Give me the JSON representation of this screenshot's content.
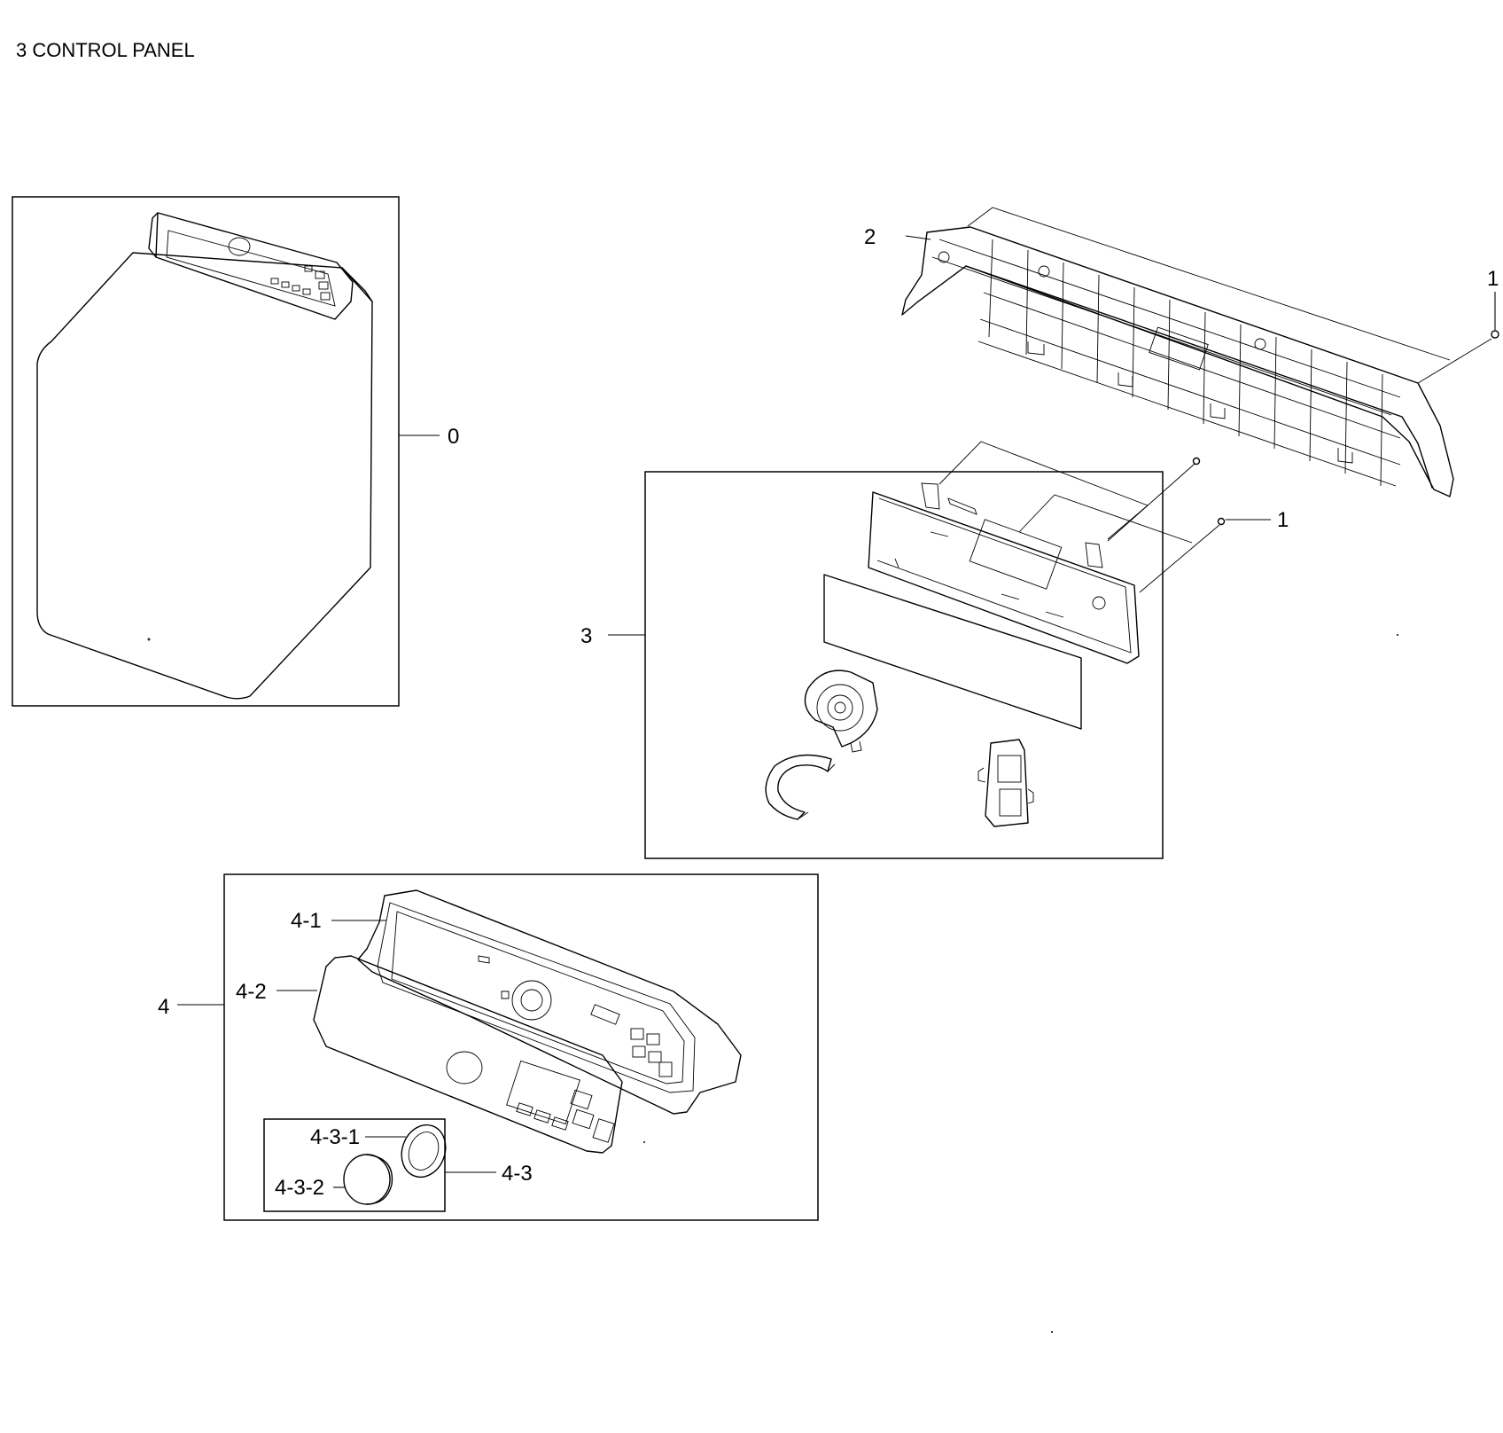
{
  "title": "3 CONTROL PANEL",
  "callouts": {
    "c0": "0",
    "c1_top": "1",
    "c1_mid": "1",
    "c2": "2",
    "c3": "3",
    "c4": "4",
    "c4_1": "4-1",
    "c4_2": "4-2",
    "c4_3": "4-3",
    "c4_3_1": "4-3-1",
    "c4_3_2": "4-3-2"
  }
}
